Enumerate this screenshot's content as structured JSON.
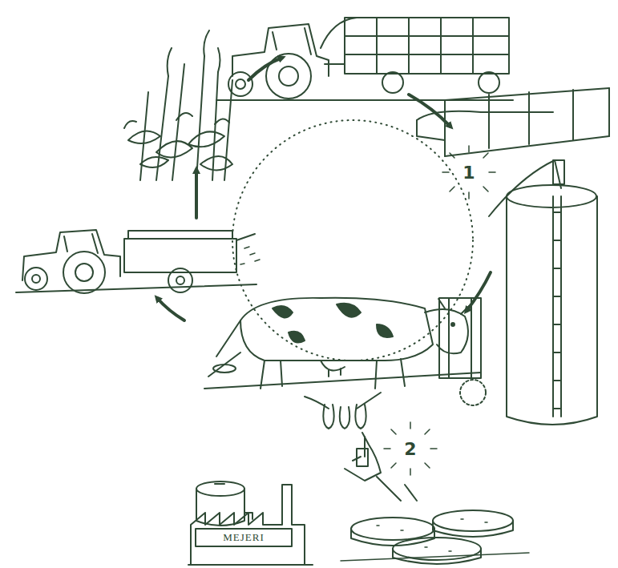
{
  "diagram": {
    "labels": [
      "1",
      "2",
      "MEJERI"
    ]
  }
}
